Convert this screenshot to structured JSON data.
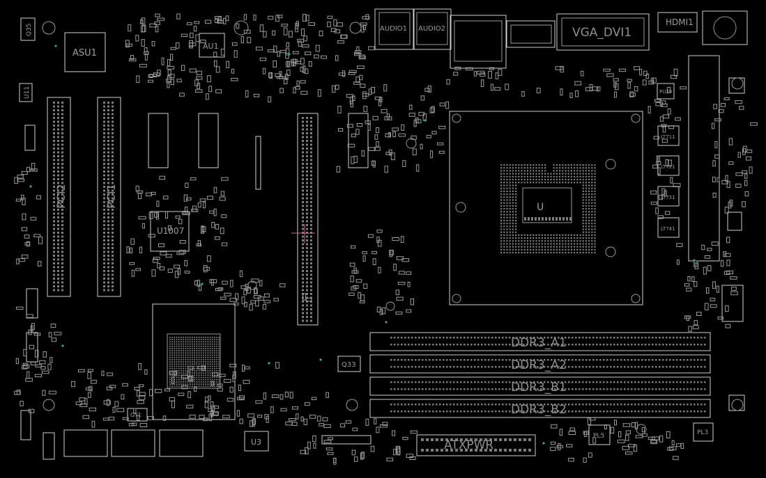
{
  "board": {
    "labels": {
      "asu1": "ASU1",
      "au1": "AU1",
      "u1007": "U1007",
      "audio1": "AUDIO1",
      "audio2": "AUDIO2",
      "vga_dvi1": "VGA_DVI1",
      "hdmi1": "HDMI1",
      "lt711": "LT711",
      "lt721": "LT721",
      "lt731": "LT731",
      "lt741": "LT741",
      "ddr3_a1": "DDR3_A1",
      "ddr3_a2": "DDR3_A2",
      "ddr3_b1": "DDR3_B1",
      "ddr3_b2": "DDR3_B2",
      "atxpwr": "ATXPWR",
      "q33": "Q33",
      "u3": "U3",
      "gy1": "GY1",
      "pl5": "PL5",
      "pl3": "PL3",
      "u_cpu": "U",
      "q35": "Q35",
      "pci2": "PCI2",
      "pci1": "PCI1",
      "u11": "U11",
      "pu29": "PU29"
    }
  }
}
